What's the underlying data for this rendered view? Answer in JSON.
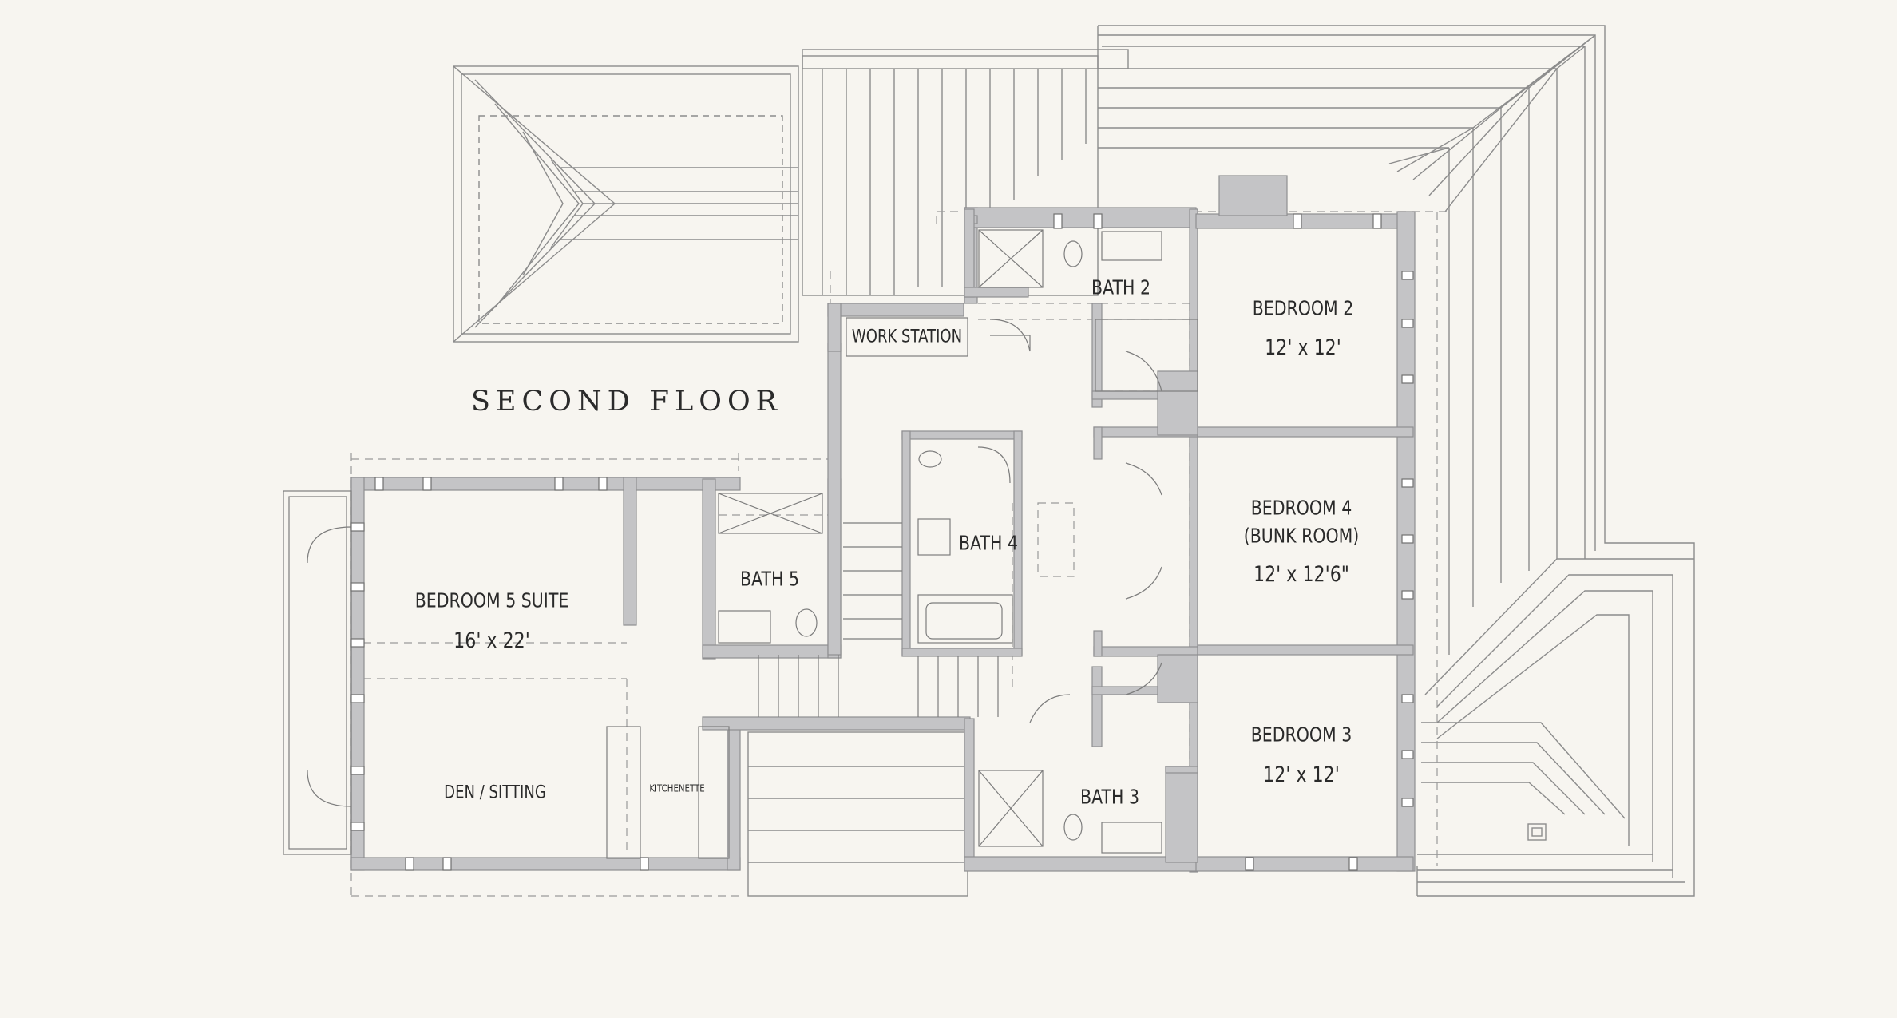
{
  "title": "SECOND FLOOR",
  "rooms": {
    "bath2": "BATH 2",
    "bedroom2": "BEDROOM 2",
    "bedroom2_dim": "12' x 12'",
    "work_station": "WORK STATION",
    "bath4": "BATH 4",
    "bedroom4": "BEDROOM 4",
    "bedroom4_sub": "(BUNK ROOM)",
    "bedroom4_dim": "12' x 12'6\"",
    "bath5": "BATH 5",
    "bedroom5": "BEDROOM 5 SUITE",
    "bedroom5_dim": "16' x 22'",
    "den": "DEN / SITTING",
    "kitchenette": "KITCHENETTE",
    "bath3": "BATH 3",
    "bedroom3": "BEDROOM 3",
    "bedroom3_dim": "12' x 12'"
  },
  "colors": {
    "background": "#f7f5f0",
    "wall": "#9c9c9e",
    "wall_fill": "#c4c4c6",
    "line": "#8a8a8a"
  }
}
